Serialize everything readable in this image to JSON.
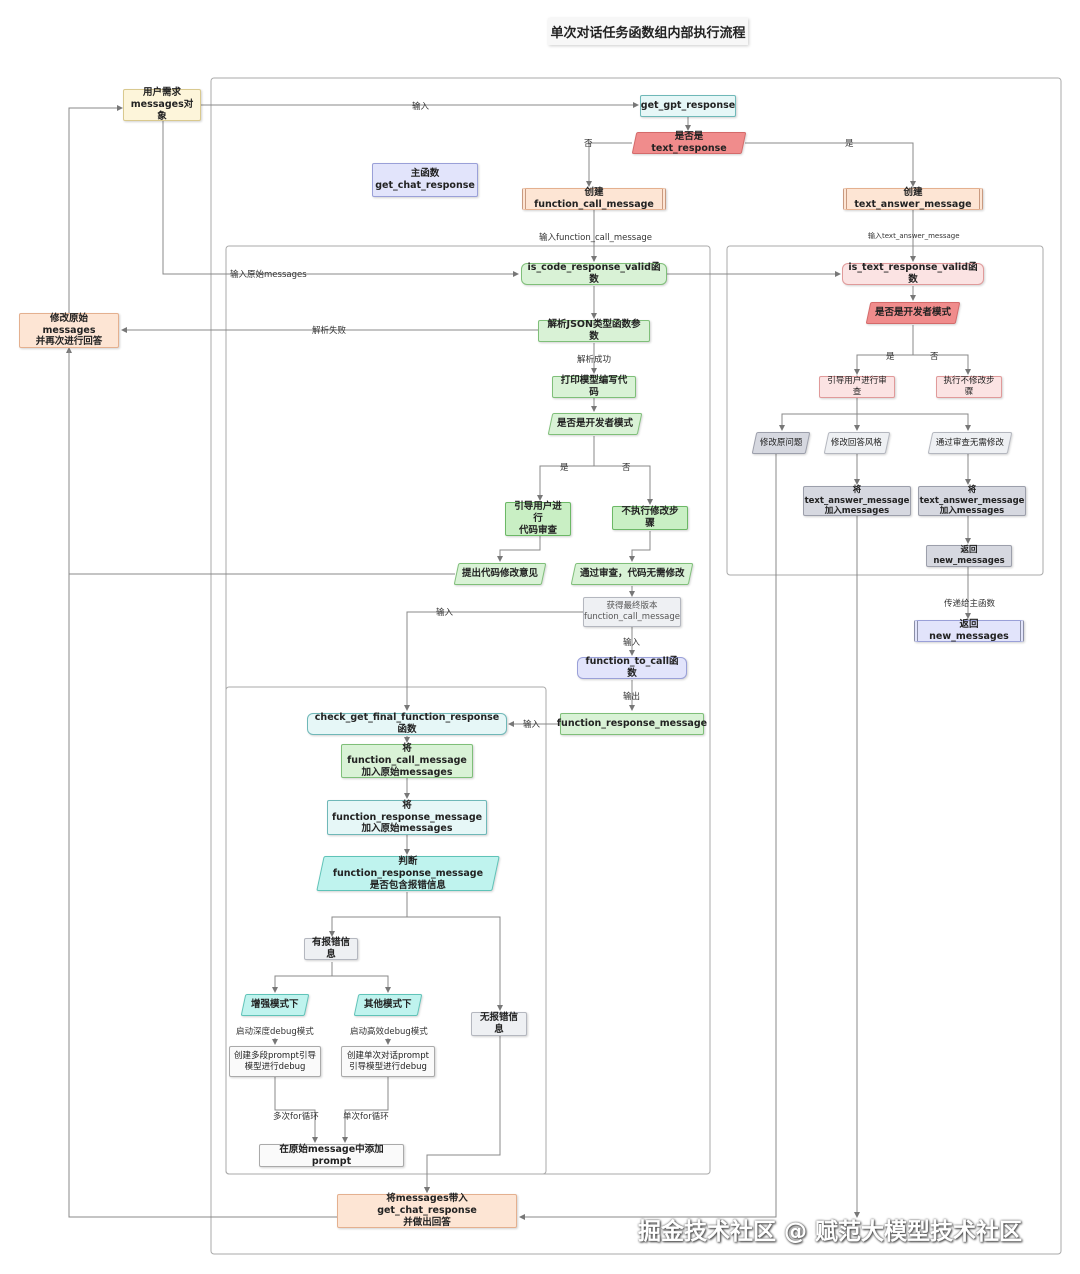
{
  "title": "单次对话任务函数组内部执行流程",
  "nodes": {
    "user_req": "用户需求\nmessages对象",
    "main_fn": "主函数\nget_chat_response",
    "get_gpt": "get_gpt_response",
    "is_text": "是否是text_response",
    "create_fc": "创建function_call_message",
    "create_text": "创建text_answer_message",
    "is_code_valid": "is_code_response_valid函数",
    "is_text_valid": "is_text_response_valid函数",
    "modify_orig": "修改原始messages\n并再次进行回答",
    "parse_json": "解析JSON类型函数参数",
    "print_code": "打印模型编写代码",
    "is_dev1": "是否是开发者模式",
    "guide_code": "引导用户进行\n代码审查",
    "no_modify1": "不执行修改步骤",
    "suggest": "提出代码修改意见",
    "pass_review": "通过审查，代码无需修改",
    "get_final": "获得最终版本\nfunction_call_message",
    "fn_to_call": "function_to_call函数",
    "fn_resp_msg": "function_response_message",
    "check_final": "check_get_final_function_response函数",
    "add_fc": "将function_call_message\n加入原始messages",
    "add_fr": "将function_response_message\n加入原始messages",
    "judge_err": "判断function_response_message\n是否包含报错信息",
    "has_err": "有报错信息",
    "enhance": "增强模式下",
    "other": "其他模式下",
    "no_err": "无报错信息",
    "multi_prompt": "创建多段prompt引导\n模型进行debug",
    "single_prompt": "创建单次对话prompt\n引导模型进行debug",
    "add_prompt": "在原始message中添加prompt",
    "final": "将messages带入get_chat_response\n并做出回答",
    "is_dev2": "是否是开发者模式",
    "guide_review": "引导用户进行审查",
    "no_modify2": "执行不修改步骤",
    "mod_q": "修改原问题",
    "mod_style": "修改回答风格",
    "pass_no_mod": "通过审查无需修改",
    "add_text1": "将text_answer_message\n加入messages",
    "add_text2": "将text_answer_message\n加入messages",
    "return_new": "返回new_messages",
    "return_new2": "返回new_messages"
  },
  "labels": {
    "input1": "输入",
    "no1": "否",
    "yes1": "是",
    "input_fc": "输入function_call_message",
    "input_text": "输入text_answer_message",
    "input_orig": "输入原始messages",
    "parse_fail": "解析失败",
    "parse_ok": "解析成功",
    "yes2": "是",
    "no2": "否",
    "input2": "输入",
    "input3": "输入",
    "output": "输出",
    "input4": "输入",
    "start_deep": "启动深度debug模式",
    "start_eff": "启动高效debug模式",
    "multi_loop": "多次for循环",
    "single_loop": "单次for循环",
    "yes3": "是",
    "no3": "否",
    "pass_main": "传递给主函数"
  },
  "watermark": "掘金技术社区 @ 赋范大模型技术社区"
}
